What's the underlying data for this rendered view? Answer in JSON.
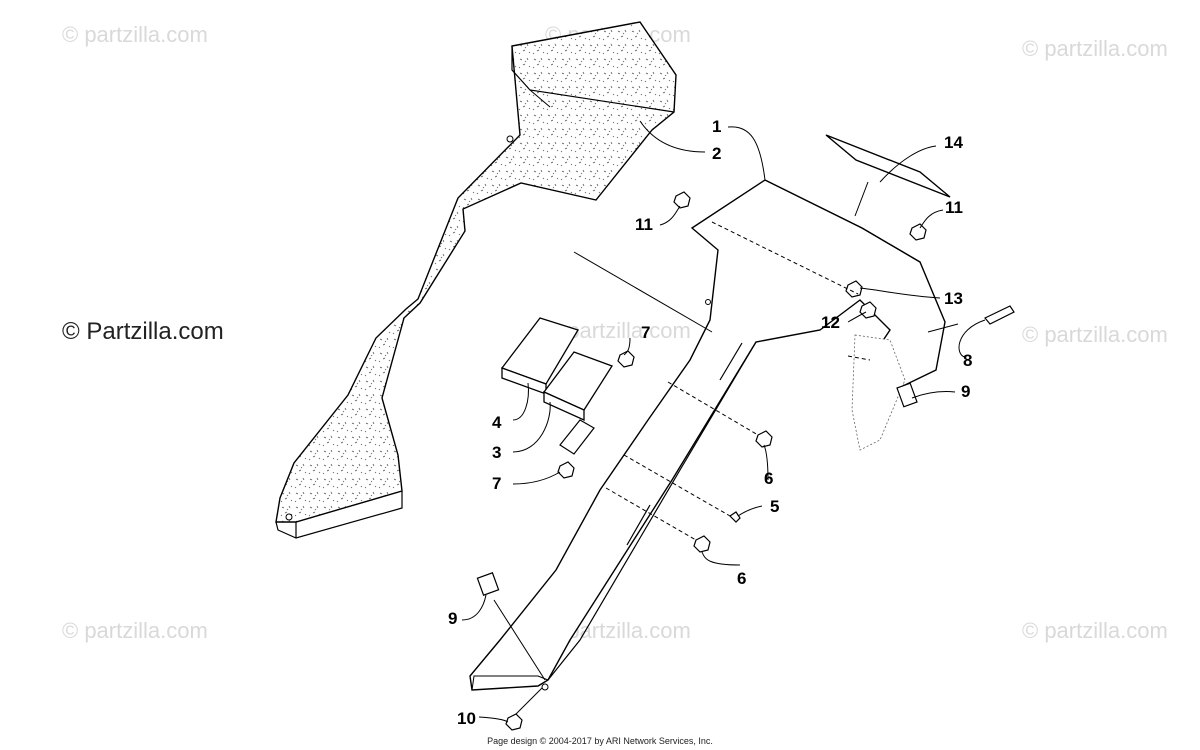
{
  "watermark": "© Partzilla.com",
  "watermark_lower": "© partzilla.com",
  "footer": "Page design © 2004-2017 by ARI Network Services, Inc.",
  "callouts": {
    "c1": "1",
    "c2": "2",
    "c3": "3",
    "c4": "4",
    "c5": "5",
    "c6a": "6",
    "c6b": "6",
    "c7a": "7",
    "c7b": "7",
    "c8": "8",
    "c9a": "9",
    "c9b": "9",
    "c10": "10",
    "c11a": "11",
    "c11b": "11",
    "c12": "12",
    "c13": "13",
    "c14": "14"
  }
}
